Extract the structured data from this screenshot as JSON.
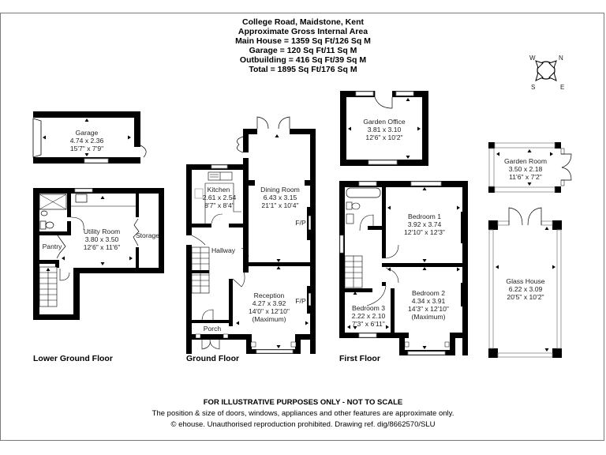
{
  "header": {
    "address": "College Road, Maidstone, Kent",
    "subtitle": "Approximate Gross Internal Area",
    "main_house": "Main House = 1359 Sq Ft/126 Sq M",
    "garage": "Garage = 120 Sq Ft/11 Sq M",
    "outbuilding": "Outbuilding = 416 Sq Ft/39 Sq M",
    "total": "Total = 1895 Sq Ft/176 Sq M"
  },
  "compass": {
    "n": "N",
    "e": "E",
    "s": "S",
    "w": "W"
  },
  "floors": {
    "lower_ground": "Lower Ground Floor",
    "ground": "Ground Floor",
    "first": "First Floor"
  },
  "rooms": {
    "garage": {
      "name": "Garage",
      "metric": "4.74 x 2.36",
      "imperial": "15'7\" x 7'9\""
    },
    "utility": {
      "name": "Utility Room",
      "metric": "3.80 x 3.50",
      "imperial": "12'6\" x 11'6\""
    },
    "storage": {
      "name": "Storage"
    },
    "pantry": {
      "name": "Pantry"
    },
    "kitchen": {
      "name": "Kitchen",
      "metric": "2.61 x 2.54",
      "imperial": "8'7\" x 8'4\""
    },
    "dining": {
      "name": "Dining Room",
      "metric": "6.43 x 3.15",
      "imperial": "21'1\" x 10'4\"",
      "fp": "F/P"
    },
    "hallway": {
      "name": "Hallway"
    },
    "reception": {
      "name": "Reception",
      "metric": "4.27 x 3.92",
      "imperial": "14'0\" x 12'10\"",
      "note": "(Maximum)",
      "fp": "F/P"
    },
    "porch": {
      "name": "Porch"
    },
    "garden_office": {
      "name": "Garden Office",
      "metric": "3.81 x 3.10",
      "imperial": "12'6\" x 10'2\""
    },
    "bedroom1": {
      "name": "Bedroom 1",
      "metric": "3.92 x 3.74",
      "imperial": "12'10\" x 12'3\""
    },
    "bedroom2": {
      "name": "Bedroom 2",
      "metric": "4.34 x 3.91",
      "imperial": "14'3\" x 12'10\"",
      "note": "(Maximum)"
    },
    "bedroom3": {
      "name": "Bedroom 3",
      "metric": "2.22 x 2.10",
      "imperial": "7'3\" x 6'11\""
    },
    "garden_room": {
      "name": "Garden Room",
      "metric": "3.50 x 2.18",
      "imperial": "11'6\" x 7'2\""
    },
    "glass_house": {
      "name": "Glass House",
      "metric": "6.22 x 3.09",
      "imperial": "20'5\" x 10'2\""
    }
  },
  "footer": {
    "disclaimer": "FOR ILLUSTRATIVE PURPOSES ONLY - NOT TO SCALE",
    "note": "The position & size of doors, windows, appliances and other features are approximate only.",
    "copyright": "© ehouse. Unauthorised reproduction prohibited. Drawing ref. dig/8662570/SLU"
  },
  "colors": {
    "wall": "#000000",
    "window": "#9a9a9a",
    "frame": "#7a7a7a",
    "text": "#222222"
  }
}
